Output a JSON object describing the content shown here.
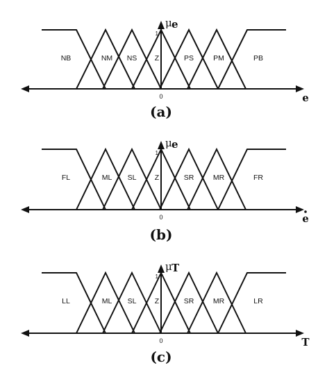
{
  "panels": [
    {
      "caption": "(a)",
      "mu_symbol": "μ",
      "mu_subscript": "e",
      "x_label": "e",
      "x_label_dot": false,
      "one_label": "1",
      "zero_label": "0",
      "sets": [
        "NB",
        "NM",
        "NS",
        "Z",
        "PS",
        "PM",
        "PB"
      ]
    },
    {
      "caption": "(b)",
      "mu_symbol": "μ",
      "mu_subscript": "e",
      "x_label": "e",
      "x_label_dot": true,
      "one_label": "1",
      "zero_label": "0",
      "sets": [
        "FL",
        "ML",
        "SL",
        "Z",
        "SR",
        "MR",
        "FR"
      ]
    },
    {
      "caption": "(c)",
      "mu_symbol": "μ",
      "mu_subscript": "T",
      "x_label": "T",
      "x_label_dot": false,
      "one_label": "1",
      "zero_label": "0",
      "sets": [
        "LL",
        "ML",
        "SL",
        "Z",
        "SR",
        "MR",
        "LR"
      ]
    }
  ]
}
